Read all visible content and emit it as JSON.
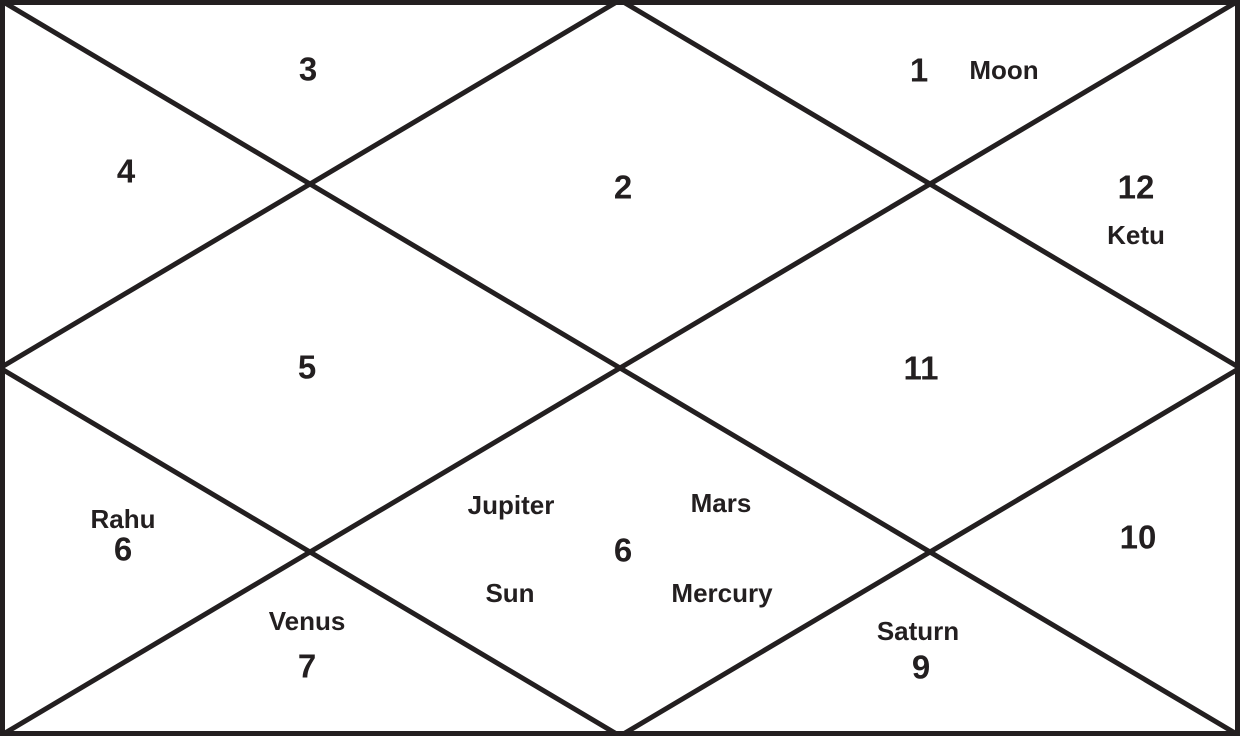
{
  "chart": {
    "style": "north-indian-kundali",
    "ink_color": "#231f20",
    "background_color": "#ffffff"
  },
  "houses": [
    {
      "number": "1",
      "planets": [
        "Moon"
      ]
    },
    {
      "number": "2",
      "planets": []
    },
    {
      "number": "3",
      "planets": []
    },
    {
      "number": "4",
      "planets": []
    },
    {
      "number": "5",
      "planets": []
    },
    {
      "number": "6",
      "planets": [
        "Rahu"
      ]
    },
    {
      "number": "7",
      "planets": [
        "Venus"
      ]
    },
    {
      "number": "6",
      "planets": [
        "Jupiter",
        "Mars",
        "Sun",
        "Mercury"
      ]
    },
    {
      "number": "9",
      "planets": [
        "Saturn"
      ]
    },
    {
      "number": "10",
      "planets": []
    },
    {
      "number": "11",
      "planets": []
    },
    {
      "number": "12",
      "planets": [
        "Ketu"
      ]
    }
  ]
}
